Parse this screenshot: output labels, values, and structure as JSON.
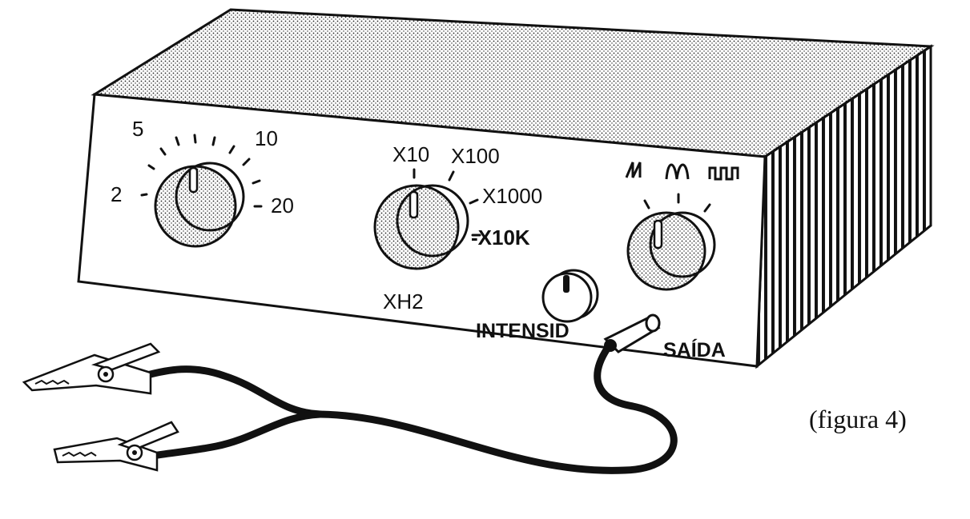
{
  "dial_range": {
    "labels": [
      "5",
      "10",
      "2",
      "20"
    ]
  },
  "dial_multiplier": {
    "labels": [
      "X10",
      "X100",
      "X1000",
      "-X10K"
    ],
    "unit": "XH2"
  },
  "dial_waveform": {
    "icons": [
      "sawtooth-wave-icon",
      "sine-wave-icon",
      "square-wave-icon"
    ]
  },
  "intensity_label": "INTENSID",
  "output_label": "SAÍDA",
  "caption": "(figura 4)",
  "colors": {
    "ink": "#111111",
    "paper": "#ffffff"
  }
}
